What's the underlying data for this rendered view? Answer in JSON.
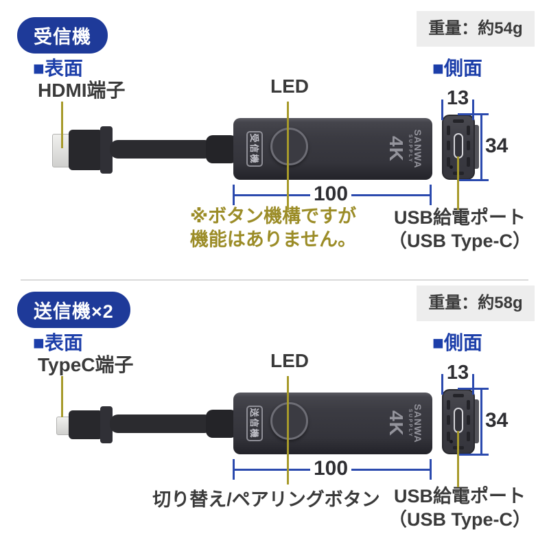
{
  "colors": {
    "badge_blue": "#1e3a99",
    "heading_blue": "#1c3ea9",
    "dimension_blue": "#2b4aae",
    "leader_yellow": "#a79a2b",
    "note_olive": "#9b8c27",
    "weight_box_bg": "#ededed",
    "text_dark": "#3a3a3a",
    "device_body_gray": "#3b3b42"
  },
  "sections": [
    {
      "badge": "受信機",
      "weight": "重量：約54g",
      "front_heading": "■表面",
      "side_heading": "■側面",
      "connector_label": "HDMI端子",
      "led_label": "LED",
      "body_tag": "受信機",
      "logo_line1": "4K",
      "logo_line2": "SANWA",
      "logo_line3": "SUPPLY",
      "dim_length": "100",
      "dim_width": "13",
      "dim_height": "34",
      "note_line1": "※ボタン機構ですが",
      "note_line2": "機能はありません。",
      "port_label_line1": "USB給電ポート",
      "port_label_line2": "（USB Type-C）"
    },
    {
      "badge": "送信機×2",
      "weight": "重量：約58g",
      "front_heading": "■表面",
      "side_heading": "■側面",
      "connector_label": "TypeC端子",
      "led_label": "LED",
      "body_tag": "送信機",
      "logo_line1": "4K",
      "logo_line2": "SANWA",
      "logo_line3": "SUPPLY",
      "dim_length": "100",
      "dim_width": "13",
      "dim_height": "34",
      "button_label": "切り替え/ペアリングボタン",
      "port_label_line1": "USB給電ポート",
      "port_label_line2": "（USB Type-C）"
    }
  ]
}
